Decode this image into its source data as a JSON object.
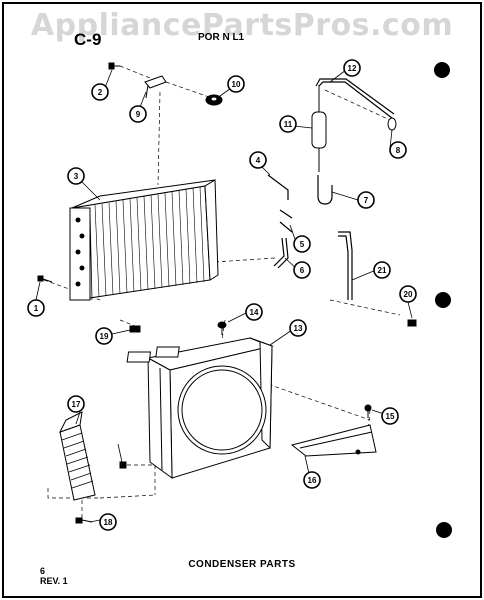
{
  "watermark": "AppliancePartsPros.com",
  "section_id": "C-9",
  "header_fragment": "POR  N L1",
  "caption": "CONDENSER PARTS",
  "page_number": "6",
  "revision": "REV. 1",
  "callouts": [
    "1",
    "2",
    "3",
    "4",
    "5",
    "6",
    "7",
    "8",
    "9",
    "10",
    "11",
    "12",
    "13",
    "14",
    "15",
    "16",
    "17",
    "18",
    "19",
    "20",
    "21"
  ]
}
